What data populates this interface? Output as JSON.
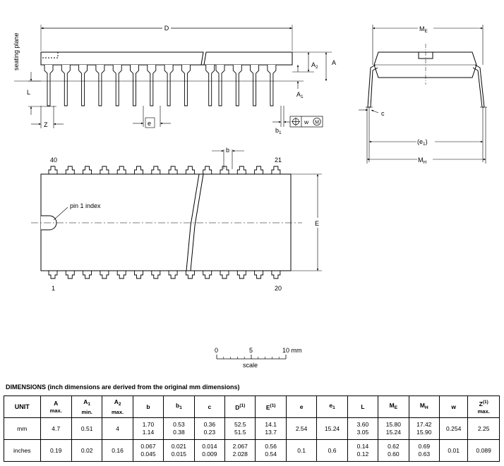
{
  "labels": {
    "D": "D",
    "A": "A",
    "A2": "A",
    "A2_sub": "2",
    "A1": "A",
    "A1_sub": "1",
    "L": "L",
    "Z": "Z",
    "e": "e",
    "b1": "b",
    "b1_sub": "1",
    "w": "w",
    "M_circle": "M",
    "seating_plane": "seating plane",
    "ME": "M",
    "ME_sub": "E",
    "c": "c",
    "e1": "(e",
    "e1_sub": "1",
    "e1_close": ")",
    "MH": "M",
    "MH_sub": "H",
    "b": "b",
    "pin40": "40",
    "pin21": "21",
    "pin1": "1",
    "pin20": "20",
    "pin1_index": "pin 1 index",
    "E": "E",
    "scale_0": "0",
    "scale_5": "5",
    "scale_10": "10 mm",
    "scale": "scale"
  },
  "table": {
    "title": "DIMENSIONS (inch dimensions are derived from the original mm dimensions)",
    "header": {
      "unit": "UNIT",
      "A": "A",
      "A_note": "max.",
      "A1": "A",
      "A1_sub": "1",
      "A1_note": "min.",
      "A2": "A",
      "A2_sub": "2",
      "A2_note": "max.",
      "b": "b",
      "b1": "b",
      "b1_sub": "1",
      "c": "c",
      "D": "D",
      "D_sup": "(1)",
      "E": "E",
      "E_sup": "(1)",
      "e": "e",
      "e1": "e",
      "e1_sub": "1",
      "L": "L",
      "ME": "M",
      "ME_sub": "E",
      "MH": "M",
      "MH_sub": "H",
      "w": "w",
      "Z": "Z",
      "Z_sup": "(1)",
      "Z_note": "max."
    },
    "mm": {
      "unit": "mm",
      "A": "4.7",
      "A1": "0.51",
      "A2": "4",
      "b_max": "1.70",
      "b_min": "1.14",
      "b1_max": "0.53",
      "b1_min": "0.38",
      "c_max": "0.36",
      "c_min": "0.23",
      "D_max": "52.5",
      "D_min": "51.5",
      "E_max": "14.1",
      "E_min": "13.7",
      "e": "2.54",
      "e1": "15.24",
      "L_max": "3.60",
      "L_min": "3.05",
      "ME_max": "15.80",
      "ME_min": "15.24",
      "MH_max": "17.42",
      "MH_min": "15.90",
      "w": "0.254",
      "Z": "2.25"
    },
    "inches": {
      "unit": "inches",
      "A": "0.19",
      "A1": "0.02",
      "A2": "0.16",
      "b_max": "0.067",
      "b_min": "0.045",
      "b1_max": "0.021",
      "b1_min": "0.015",
      "c_max": "0.014",
      "c_min": "0.009",
      "D_max": "2.067",
      "D_min": "2.028",
      "E_max": "0.56",
      "E_min": "0.54",
      "e": "0.1",
      "e1": "0.6",
      "L_max": "0.14",
      "L_min": "0.12",
      "ME_max": "0.62",
      "ME_min": "0.60",
      "MH_max": "0.69",
      "MH_min": "0.63",
      "w": "0.01",
      "Z": "0.089"
    }
  }
}
